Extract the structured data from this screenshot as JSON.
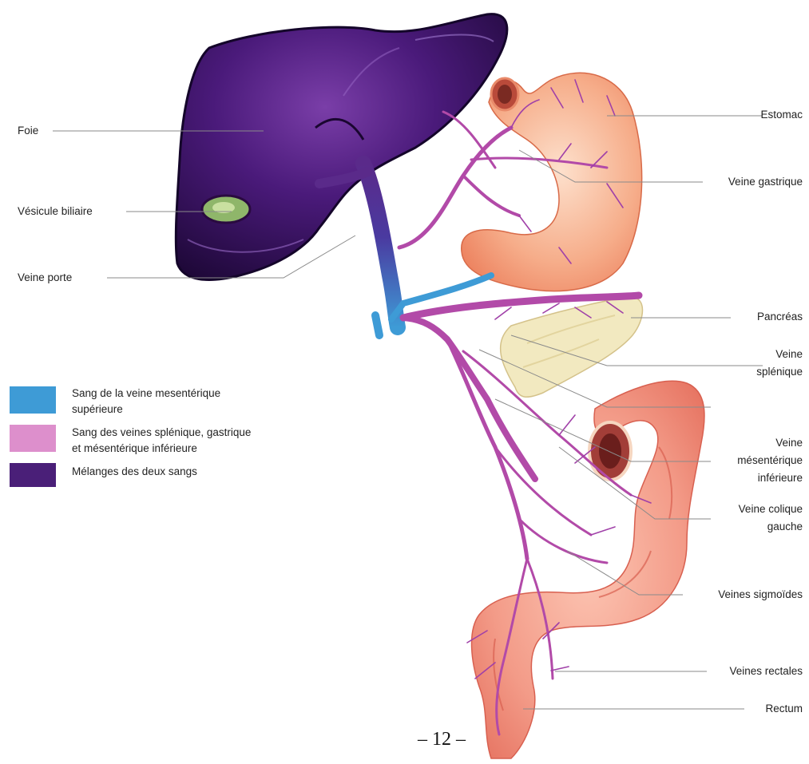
{
  "labels": {
    "foie": "Foie",
    "vesicule": "Vésicule biliaire",
    "veine_porte": "Veine porte",
    "estomac": "Estomac",
    "veine_gastrique": "Veine gastrique",
    "pancreas": "Pancréas",
    "veine_splenique_1": "Veine",
    "veine_splenique_2": "splénique",
    "veine_mesenterique_1": "Veine",
    "veine_mesenterique_2": "mésentérique",
    "veine_mesenterique_3": "inférieure",
    "veine_colique_1": "Veine colique",
    "veine_colique_2": "gauche",
    "veines_sigmoides": "Veines sigmoïdes",
    "veines_rectales": "Veines rectales",
    "rectum": "Rectum"
  },
  "legend": [
    {
      "color": "#3e9bd6",
      "line1": "Sang de la veine mesentérique",
      "line2": "supérieure"
    },
    {
      "color": "#dd8fcc",
      "line1": "Sang des veines splénique, gastrique",
      "line2": "et mésentérique inférieure"
    },
    {
      "color": "#4a1f78",
      "line1": "Mélanges des deux sangs",
      "line2": ""
    }
  ],
  "page_number": "– 12 –",
  "colors": {
    "liver": "#3a1464",
    "vein": "#b24aa8",
    "superior_mesenteric_blood": "#3e9bd6",
    "stomach": "#f2a27c",
    "pancreas": "#f1e7b8",
    "colon": "#f08a78"
  }
}
